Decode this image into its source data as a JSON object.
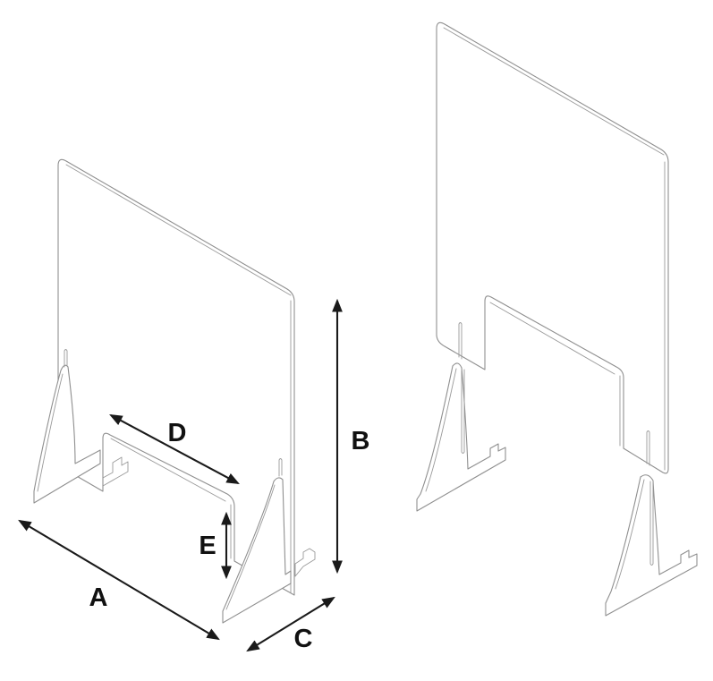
{
  "page": {
    "background_color": "#ffffff"
  },
  "figure": {
    "type": "isometric-technical-line-drawing",
    "outline_color": "#8f8f8f",
    "dimension_color": "#1a1a1a",
    "dimension_labels": {
      "A": "A",
      "B": "B",
      "C": "C",
      "D": "D",
      "E": "E"
    }
  }
}
